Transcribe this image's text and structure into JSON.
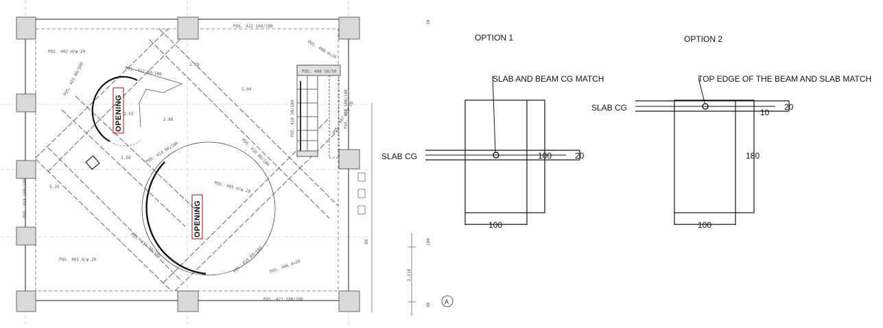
{
  "plan": {
    "openings": [
      {
        "label": "OPENING"
      },
      {
        "label": "OPENING"
      }
    ],
    "position_labels": [
      "POS. 422  100/180",
      "POS. 402  d/φ 20",
      "POS. 412  80/100",
      "POS. 415  80/100",
      "POS. 414  80/100",
      "POS. 416  80/180",
      "POS. 410  50/180",
      "POS. 408  50/50",
      "POS. 408  d=20",
      "POS. 405  d/φ 20",
      "POS. 417  80/180",
      "POS. 418  100/180",
      "POS. 420  100/180",
      "POS. 401  d/φ 20",
      "POS. 416  80/100",
      "POS. 406  d=20",
      "POS. 421  100/180",
      "POS. 407  d/φ 20"
    ],
    "dims": [
      "3.55",
      "2.88",
      "1.39",
      "5.04",
      "5.15",
      "2.50",
      "2.318",
      "100",
      "80",
      "50",
      "30"
    ],
    "axis_marker": "A"
  },
  "option1": {
    "title": "OPTION 1",
    "annotation": "SLAB AND BEAM CG MATCH",
    "slab_cg_label": "SLAB CG",
    "dim_height": "100",
    "dim_slab": "20",
    "dim_width": "100"
  },
  "option2": {
    "title": "OPTION 2",
    "annotation": "TOP EDGE OF THE BEAM AND SLAB MATCH",
    "slab_cg_label": "SLAB CG",
    "dim_height": "180",
    "dim_slab": "20",
    "dim_offset": "10",
    "dim_width": "100"
  }
}
